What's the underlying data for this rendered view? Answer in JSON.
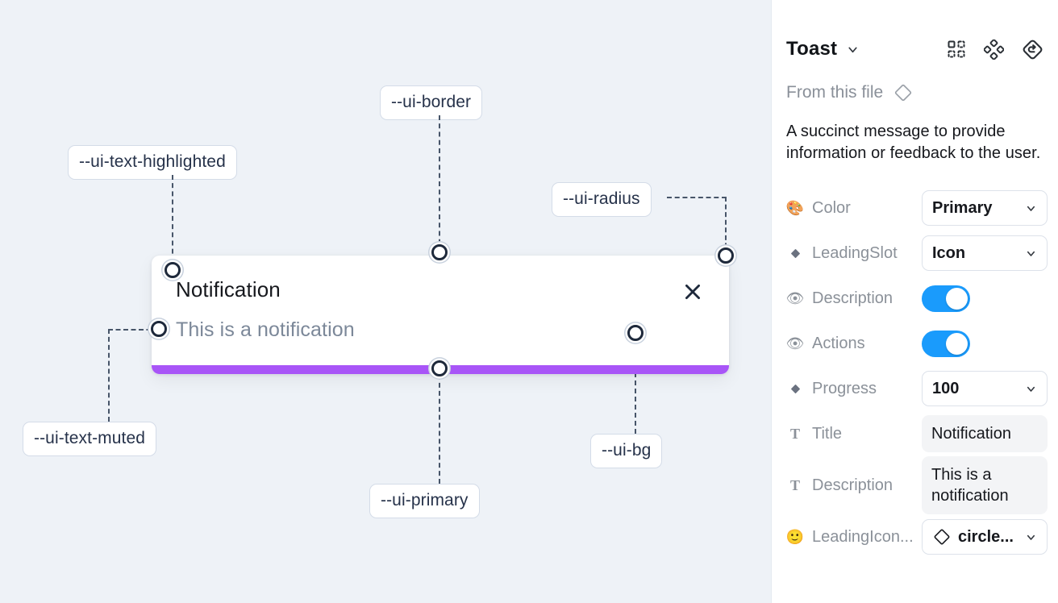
{
  "canvas": {
    "annotations": [
      {
        "id": "ui-text-highlighted",
        "label": "--ui-text-highlighted"
      },
      {
        "id": "ui-border",
        "label": "--ui-border"
      },
      {
        "id": "ui-radius",
        "label": "--ui-radius"
      },
      {
        "id": "ui-text-muted",
        "label": "--ui-text-muted"
      },
      {
        "id": "ui-primary",
        "label": "--ui-primary"
      },
      {
        "id": "ui-bg",
        "label": "--ui-bg"
      }
    ],
    "background_color": "#eef2f7"
  },
  "toast": {
    "title": "Notification",
    "description": "This is a notification",
    "close_icon": "close-icon",
    "progress_value": 100,
    "progress_color": "#a855f7",
    "background_color": "#ffffff"
  },
  "panel": {
    "title": "Toast",
    "title_caret_icon": "chevron-down-icon",
    "header_icons": [
      {
        "name": "component-icon"
      },
      {
        "name": "variants-icon"
      },
      {
        "name": "reset-instance-icon"
      }
    ],
    "from_this_file": "From this file",
    "from_this_file_icon": "diamond-icon",
    "description": "A succinct message to provide information or feedback to the user.",
    "properties": [
      {
        "name": "color",
        "glyph": "🎨",
        "glyph_name": "palette-icon",
        "label": "Color",
        "control": "select",
        "value": "Primary"
      },
      {
        "name": "leadingslot",
        "glyph": "◆",
        "glyph_name": "diamond-icon",
        "label": "LeadingSlot",
        "control": "select",
        "value": "Icon"
      },
      {
        "name": "description",
        "glyph": "👁",
        "glyph_name": "eye-icon",
        "label": "Description",
        "control": "toggle",
        "value": "on"
      },
      {
        "name": "actions",
        "glyph": "👁",
        "glyph_name": "eye-icon",
        "label": "Actions",
        "control": "toggle",
        "value": "on"
      },
      {
        "name": "progress",
        "glyph": "◆",
        "glyph_name": "diamond-icon",
        "label": "Progress",
        "control": "select",
        "value": "100"
      },
      {
        "name": "title",
        "glyph": "T",
        "glyph_name": "text-icon",
        "label": "Title",
        "control": "text",
        "value": "Notification"
      },
      {
        "name": "description-text",
        "glyph": "T",
        "glyph_name": "text-icon",
        "label": "Description",
        "control": "text",
        "value": "This is a notification"
      },
      {
        "name": "leadingicon",
        "glyph": "🙂",
        "glyph_name": "emoji-icon",
        "label": "LeadingIcon...",
        "control": "select-icon",
        "value": "circle..."
      }
    ],
    "toggle_on_color": "#1a9bfc",
    "accent_color": "#a855f7"
  }
}
